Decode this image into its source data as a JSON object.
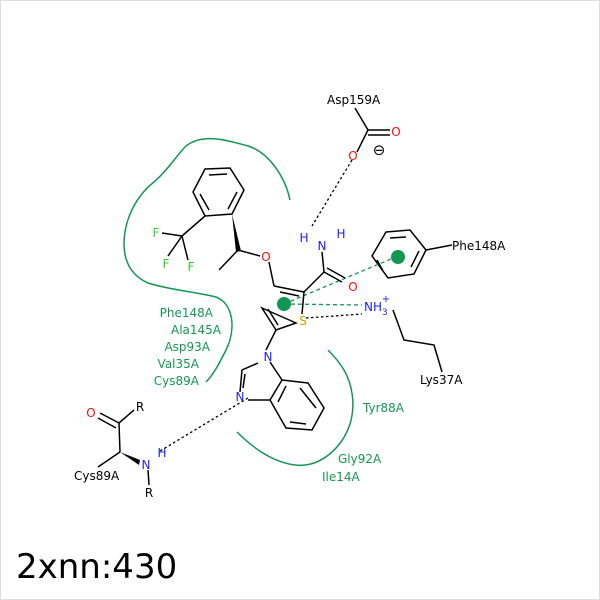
{
  "title": "2xnn:430",
  "atoms": {
    "o_carboxyl_db": "O",
    "o_carboxyl_neg": "O",
    "charge_minus": "⊖",
    "amide_h": "H",
    "amide_n": "N",
    "amide_h2": "H",
    "amide_o": "O",
    "ether_o": "O",
    "f1": "F",
    "f2": "F",
    "f3": "F",
    "thiophene_s": "S",
    "imid_n1": "N",
    "imid_n3": "N",
    "nh3": "NH",
    "nh3_sub": "3",
    "nh3_plus": "+",
    "cys_o": "O",
    "cys_r_top": "R",
    "cys_n": "N",
    "cys_h": "H",
    "cys_r_bottom": "R"
  },
  "residues": {
    "asp159a": "Asp159A",
    "phe148a_ring": "Phe148A",
    "lys37a": "Lys37A",
    "cys89a": "Cys89A",
    "pocket_left": [
      "Phe148A",
      "Ala145A",
      "Asp93A",
      "Val35A",
      "Cys89A"
    ],
    "tyr88a": "Tyr88A",
    "gly92a": "Gly92A",
    "ile14a": "Ile14A"
  },
  "colors": {
    "carbon": "#000000",
    "oxygen": "#ff0d0d",
    "nitrogen": "#2020ff",
    "sulfur": "#c8a000",
    "fluorine": "#33cc33",
    "residue": "#139654"
  }
}
